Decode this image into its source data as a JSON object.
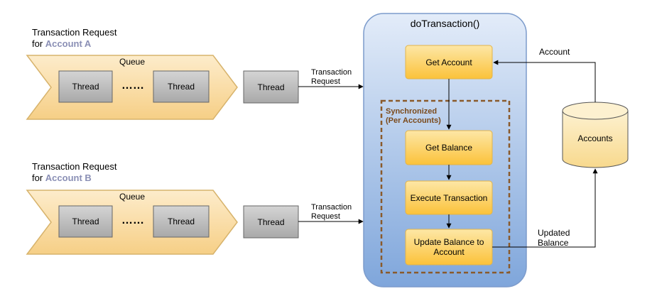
{
  "diagram": {
    "request_a": {
      "line1": "Transaction Request",
      "prefix": "for",
      "account": "Account A"
    },
    "request_b": {
      "line1": "Transaction Request",
      "prefix": "for",
      "account": "Account B"
    },
    "queue_label": "Queue",
    "thread_label": "Thread",
    "ellipsis": "……",
    "arrow_label": {
      "line1": "Transaction",
      "line2": "Request"
    },
    "do_transaction": "doTransaction()",
    "get_account": "Get Account",
    "synchronized": {
      "line1": "Synchronized",
      "line2": "(Per Accounts)"
    },
    "get_balance": "Get Balance",
    "execute_transaction": "Execute Transaction",
    "update_balance": {
      "line1": "Update Balance to",
      "line2": "Account"
    },
    "accounts": "Accounts",
    "account_edge_label": "Account",
    "updated_balance": {
      "line1": "Updated",
      "line2": "Balance"
    }
  },
  "colors": {
    "queue_fill": "#fbe3b4",
    "queue_stroke": "#d7b36c",
    "thread_fill": "#bdbdbd",
    "process_fill": "#fccd4b",
    "container_fill": "#b9cfee",
    "sync_border": "#8a5a2b"
  }
}
